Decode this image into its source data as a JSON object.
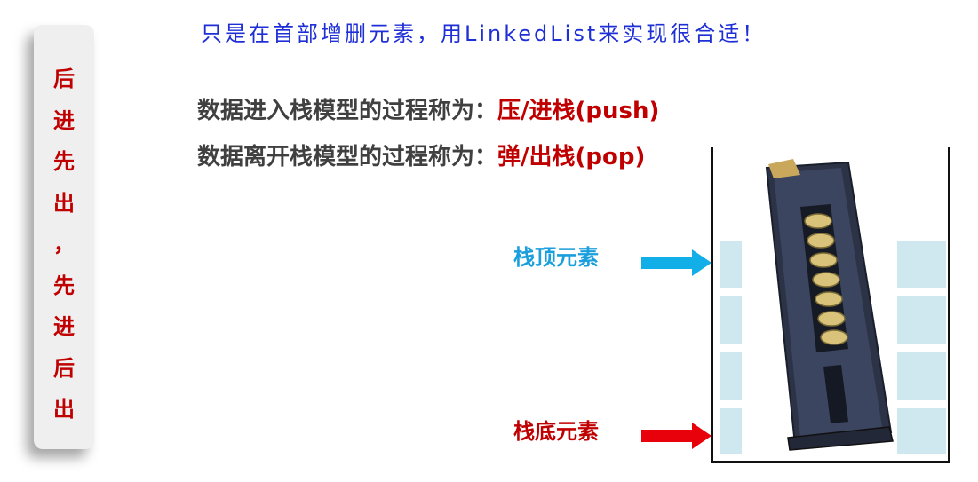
{
  "side_banner": {
    "chars": [
      "后",
      "进",
      "先",
      "出",
      "，",
      "先",
      "进",
      "后",
      "出"
    ]
  },
  "top_note": "只是在首部增删元素，用LinkedList来实现很合适！",
  "definitions": {
    "push_prefix": "数据进入栈模型的过程称为：",
    "push_term": "压/进栈(push)",
    "pop_prefix": "数据离开栈模型的过程称为：",
    "pop_term": "弹/出栈(pop)"
  },
  "labels": {
    "top_element": "栈顶元素",
    "bottom_element": "栈底元素"
  },
  "colors": {
    "accent_red": "#c00000",
    "note_blue": "#1f2fd6",
    "top_arrow": "#12aee7",
    "bottom_arrow": "#e8000a",
    "cell_fill": "#cfe8f0"
  },
  "icons": {
    "top_arrow": "arrow-right-icon",
    "bottom_arrow": "arrow-right-icon"
  }
}
